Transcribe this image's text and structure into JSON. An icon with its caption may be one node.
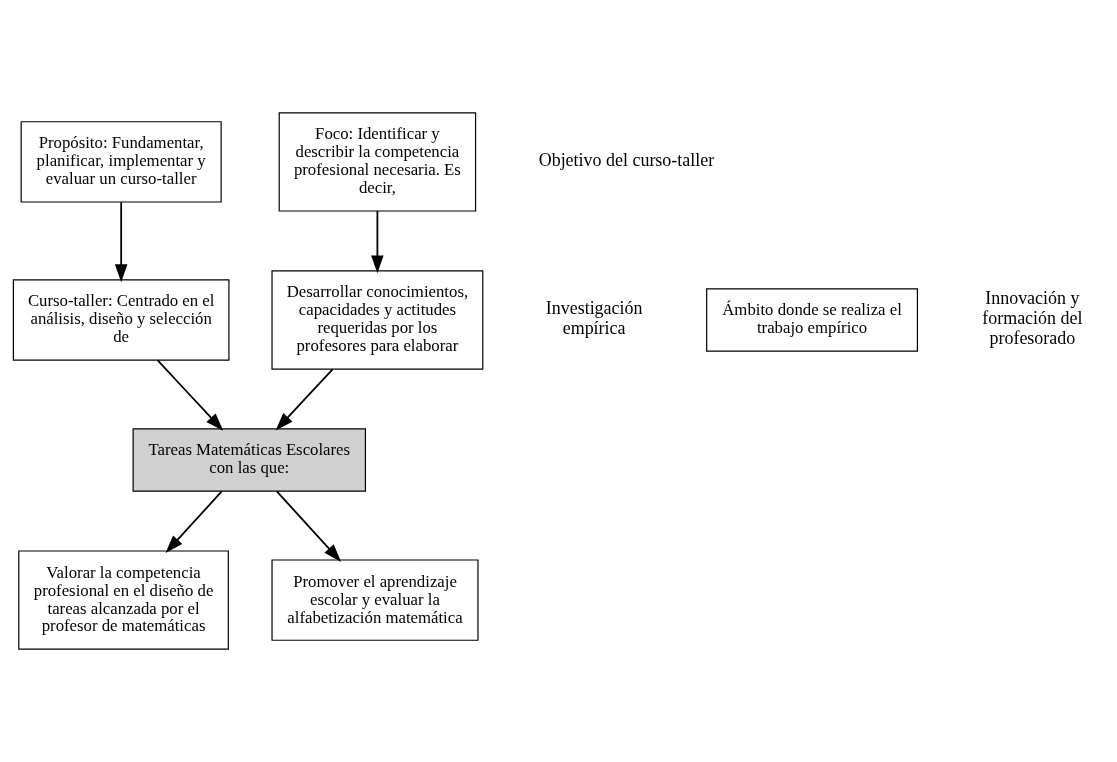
{
  "diagram": {
    "nodes": [
      {
        "text": [
          "Propósito: Fundamentar, planificar, implementar y evaluar un curso-taller"
        ]
      },
      {
        "text": [
          "Foco: Identificar y describir la competencia profesional necesaria. Es decir,"
        ]
      },
      {
        "text": [
          "Curso-taller: Centrado en el análisis, diseño y selección de"
        ]
      },
      {
        "text": [
          "Desarrollar conocimientos, capacidades y actitudes requeridas por los profesores para elaborar"
        ]
      },
      {
        "text": [
          "Ámbito donde se realiza el trabajo empírico"
        ]
      },
      {
        "text": [
          "Tareas Matemáticas Escolares con las que:"
        ]
      },
      {
        "text": [
          "Valorar la competencia profesional en el diseño de tareas alcanzada por el profesor de matemáticas"
        ]
      },
      {
        "text": [
          "Promover el aprendizaje escolar y evaluar la alfabetización matemática"
        ]
      }
    ],
    "edges": [
      {
        "from": 0,
        "to": 2,
        "arrow": "to"
      },
      {
        "from": 1,
        "to": 3,
        "arrow": "to"
      },
      {
        "from": 2,
        "to": 5,
        "arrow": "to"
      },
      {
        "from": 3,
        "to": 5,
        "arrow": "to"
      },
      {
        "from": 5,
        "to": 6,
        "arrow": "to"
      },
      {
        "from": 5,
        "to": 7,
        "arrow": "to"
      }
    ],
    "labels": [
      "Investigación empírica",
      "Objetivo del curso-taller",
      "Innovación y formación del profesorado"
    ]
  }
}
